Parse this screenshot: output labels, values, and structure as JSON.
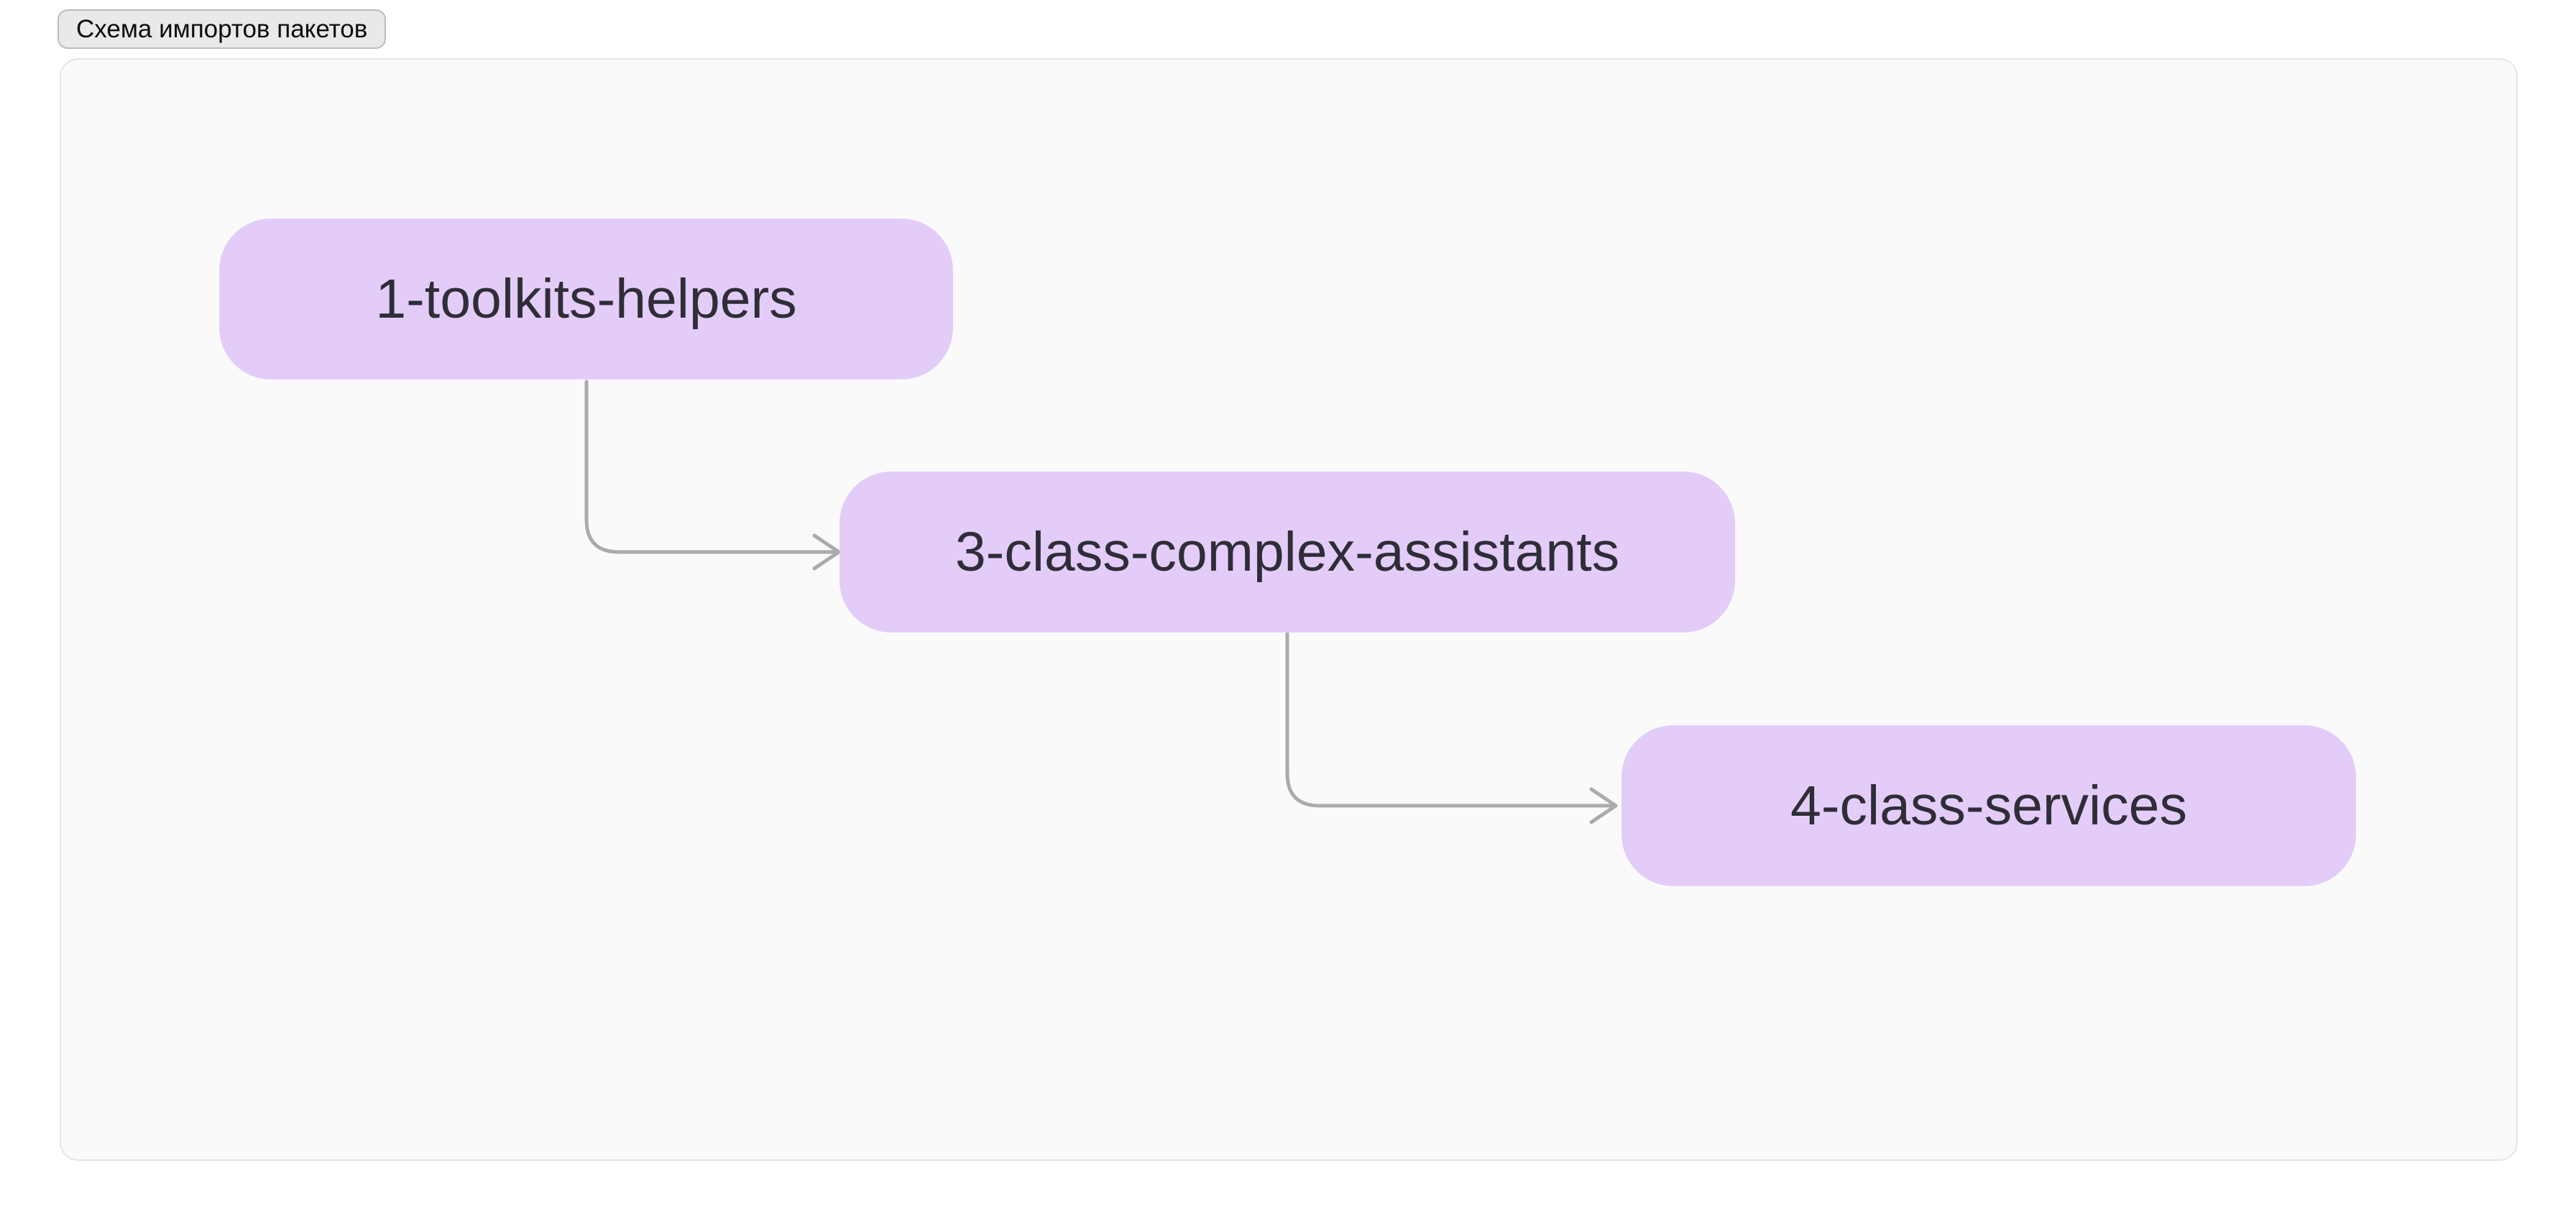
{
  "toolbar": {
    "title_chip": "Схема импортов пакетов"
  },
  "diagram": {
    "nodes": [
      {
        "id": "1-toolkits-helpers",
        "label": "1-toolkits-helpers"
      },
      {
        "id": "3-class-complex-assistants",
        "label": "3-class-complex-assistants"
      },
      {
        "id": "4-class-services",
        "label": "4-class-services"
      }
    ],
    "edges": [
      {
        "from": "1-toolkits-helpers",
        "to": "3-class-complex-assistants"
      },
      {
        "from": "3-class-complex-assistants",
        "to": "4-class-services"
      }
    ]
  },
  "colors": {
    "node_fill": "#e3cdf8",
    "node_text": "#2f2d38",
    "edge_stroke": "#ababab",
    "canvas_background": "#fafafa",
    "chip_background": "#e9e9e9",
    "chip_border": "#bcbcbc",
    "page_background": "#ffffff"
  }
}
